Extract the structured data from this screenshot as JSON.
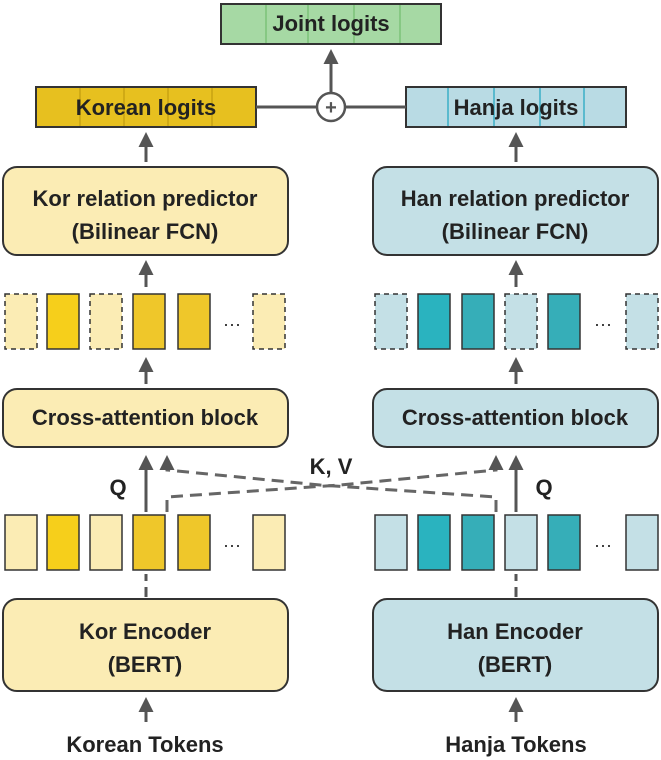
{
  "logits": {
    "joint": "Joint logits",
    "korean": "Korean logits",
    "hanja": "Hanja logits",
    "combine_symbol": "+"
  },
  "korean": {
    "predictor_line1": "Kor relation predictor",
    "predictor_line2": "(Bilinear FCN)",
    "cross_attention": "Cross-attention block",
    "encoder_line1": "Kor Encoder",
    "encoder_line2": "(BERT)",
    "tokens": "Korean Tokens",
    "query_label": "Q",
    "ellipsis": "···"
  },
  "hanja": {
    "predictor_line1": "Han relation predictor",
    "predictor_line2": "(Bilinear FCN)",
    "cross_attention": "Cross-attention block",
    "encoder_line1": "Han Encoder",
    "encoder_line2": "(BERT)",
    "tokens": "Hanja Tokens",
    "query_label": "Q",
    "ellipsis": "···"
  },
  "kv_label": "K, V",
  "colors": {
    "kor_light": "#fbecb4",
    "kor_mid": "#efc72a",
    "kor_strong": "#f6cf1b",
    "kor_logits": "#e7c01f",
    "han_light": "#c4e0e6",
    "han_mid": "#36aeb8",
    "han_strong": "#2ab3bf",
    "han_logits": "#b9dbe4",
    "joint": "#a6d9a4",
    "stroke": "#333333",
    "arrow": "#555555"
  }
}
